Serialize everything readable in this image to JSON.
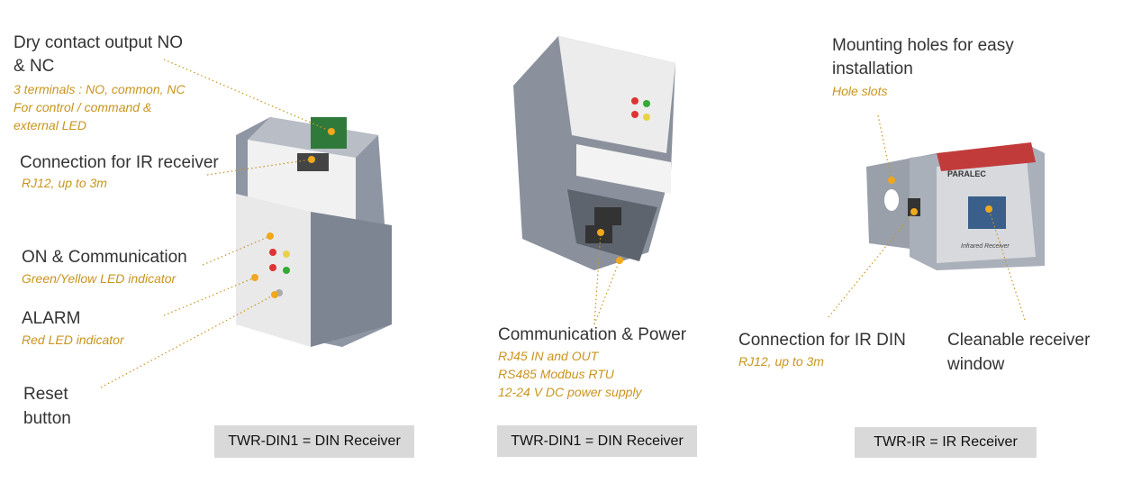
{
  "left": {
    "dry_contact": {
      "title_line1": "Dry contact output NO",
      "title_line2": "& NC",
      "sub_line1": "3 terminals : NO, common, NC",
      "sub_line2": "For control / command &",
      "sub_line3": "external LED"
    },
    "ir_connection": {
      "title": "Connection for IR receiver",
      "sub": "RJ12, up to 3m"
    },
    "on_comm": {
      "title": "ON & Communication",
      "sub": "Green/Yellow  LED indicator"
    },
    "alarm": {
      "title": "ALARM",
      "sub": "Red LED indicator"
    },
    "reset": {
      "title_line1": "Reset",
      "title_line2": "button"
    },
    "caption": "TWR-DIN1 = DIN Receiver"
  },
  "middle": {
    "comm_power": {
      "title": "Communication & Power",
      "sub_line1": "RJ45 IN and OUT",
      "sub_line2": "RS485 Modbus RTU",
      "sub_line3": "12-24 V DC power supply"
    },
    "caption": "TWR-DIN1 = DIN Receiver"
  },
  "right": {
    "mounting": {
      "title_line1": "Mounting holes for easy",
      "title_line2": "installation",
      "sub": "Hole slots"
    },
    "ir_din": {
      "title": "Connection for IR DIN",
      "sub": "RJ12, up to 3m"
    },
    "window": {
      "title_line1": "Cleanable receiver",
      "title_line2": "window"
    },
    "caption": "TWR-IR = IR Receiver"
  },
  "device": {
    "brand": "PARALEC",
    "front_label": "Infrared Receiver"
  },
  "colors": {
    "annotation": "#c8951e",
    "caption_bg": "#d9d9d9",
    "title": "#333333",
    "marker": "#f0a81c"
  }
}
